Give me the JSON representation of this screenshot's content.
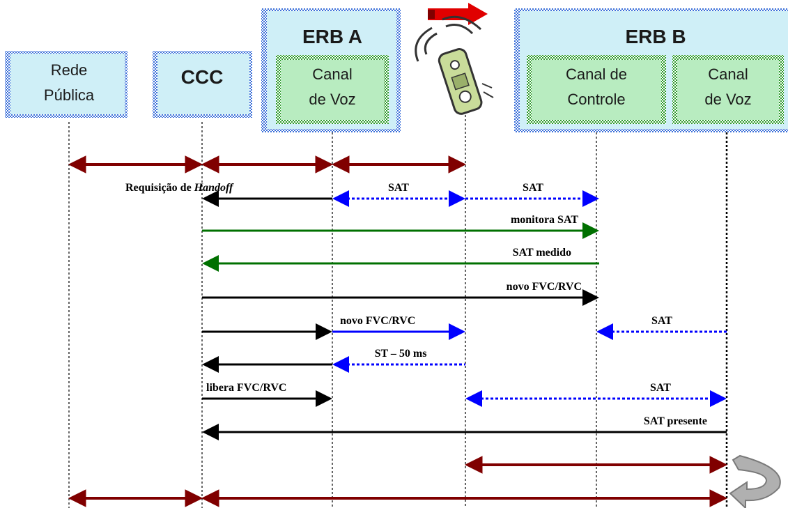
{
  "entities": {
    "rede_publica": {
      "line1": "Rede",
      "line2": "Pública"
    },
    "ccc": {
      "label": "CCC"
    },
    "erb_a": {
      "title": "ERB A",
      "voz_line1": "Canal",
      "voz_line2": "de Voz"
    },
    "erb_b": {
      "title": "ERB B",
      "ctrl_line1": "Canal de",
      "ctrl_line2": "Controle",
      "voz_line1": "Canal",
      "voz_line2": "de Voz"
    }
  },
  "messages": {
    "requisicao_pre": "Requisição de ",
    "requisicao_em": "Handoff",
    "sat_a": "SAT",
    "sat_b": "SAT",
    "monitora": "monitora SAT",
    "sat_medido": "SAT medido",
    "novo_fvc_1": "novo FVC/RVC",
    "novo_fvc_2": "novo FVC/RVC",
    "sat_c": "SAT",
    "st": "ST – 50 ms",
    "libera": "libera FVC/RVC",
    "sat_d": "SAT",
    "sat_presente": "SAT presente"
  },
  "colors": {
    "box_fill": "#cfeff7",
    "box_border": "#3b6fd9",
    "erb_border": "#1f4fe0",
    "inner_fill": "#b8ecc0",
    "inner_border": "#2a9a2a",
    "dark_red": "#800000",
    "blue": "#0000ff",
    "green": "#007000",
    "black": "#000000",
    "gray": "#a8a8a8",
    "phone_arrow": "#e00000"
  }
}
